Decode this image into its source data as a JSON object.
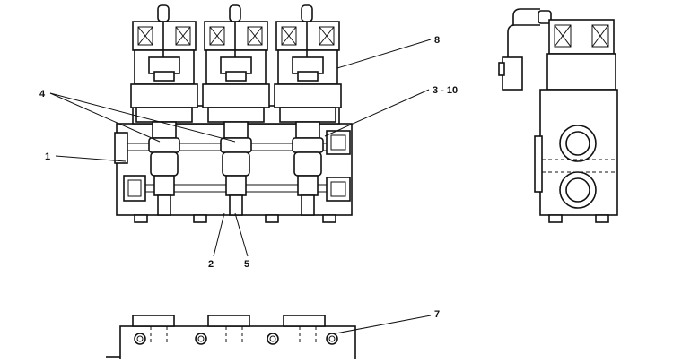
{
  "callouts": [
    {
      "id": "item-8",
      "label": "8"
    },
    {
      "id": "item-3-10",
      "label": "3 - 10"
    },
    {
      "id": "item-4",
      "label": "4"
    },
    {
      "id": "item-1",
      "label": "1"
    },
    {
      "id": "item-2",
      "label": "2"
    },
    {
      "id": "item-5",
      "label": "5"
    },
    {
      "id": "item-7",
      "label": "7"
    }
  ]
}
